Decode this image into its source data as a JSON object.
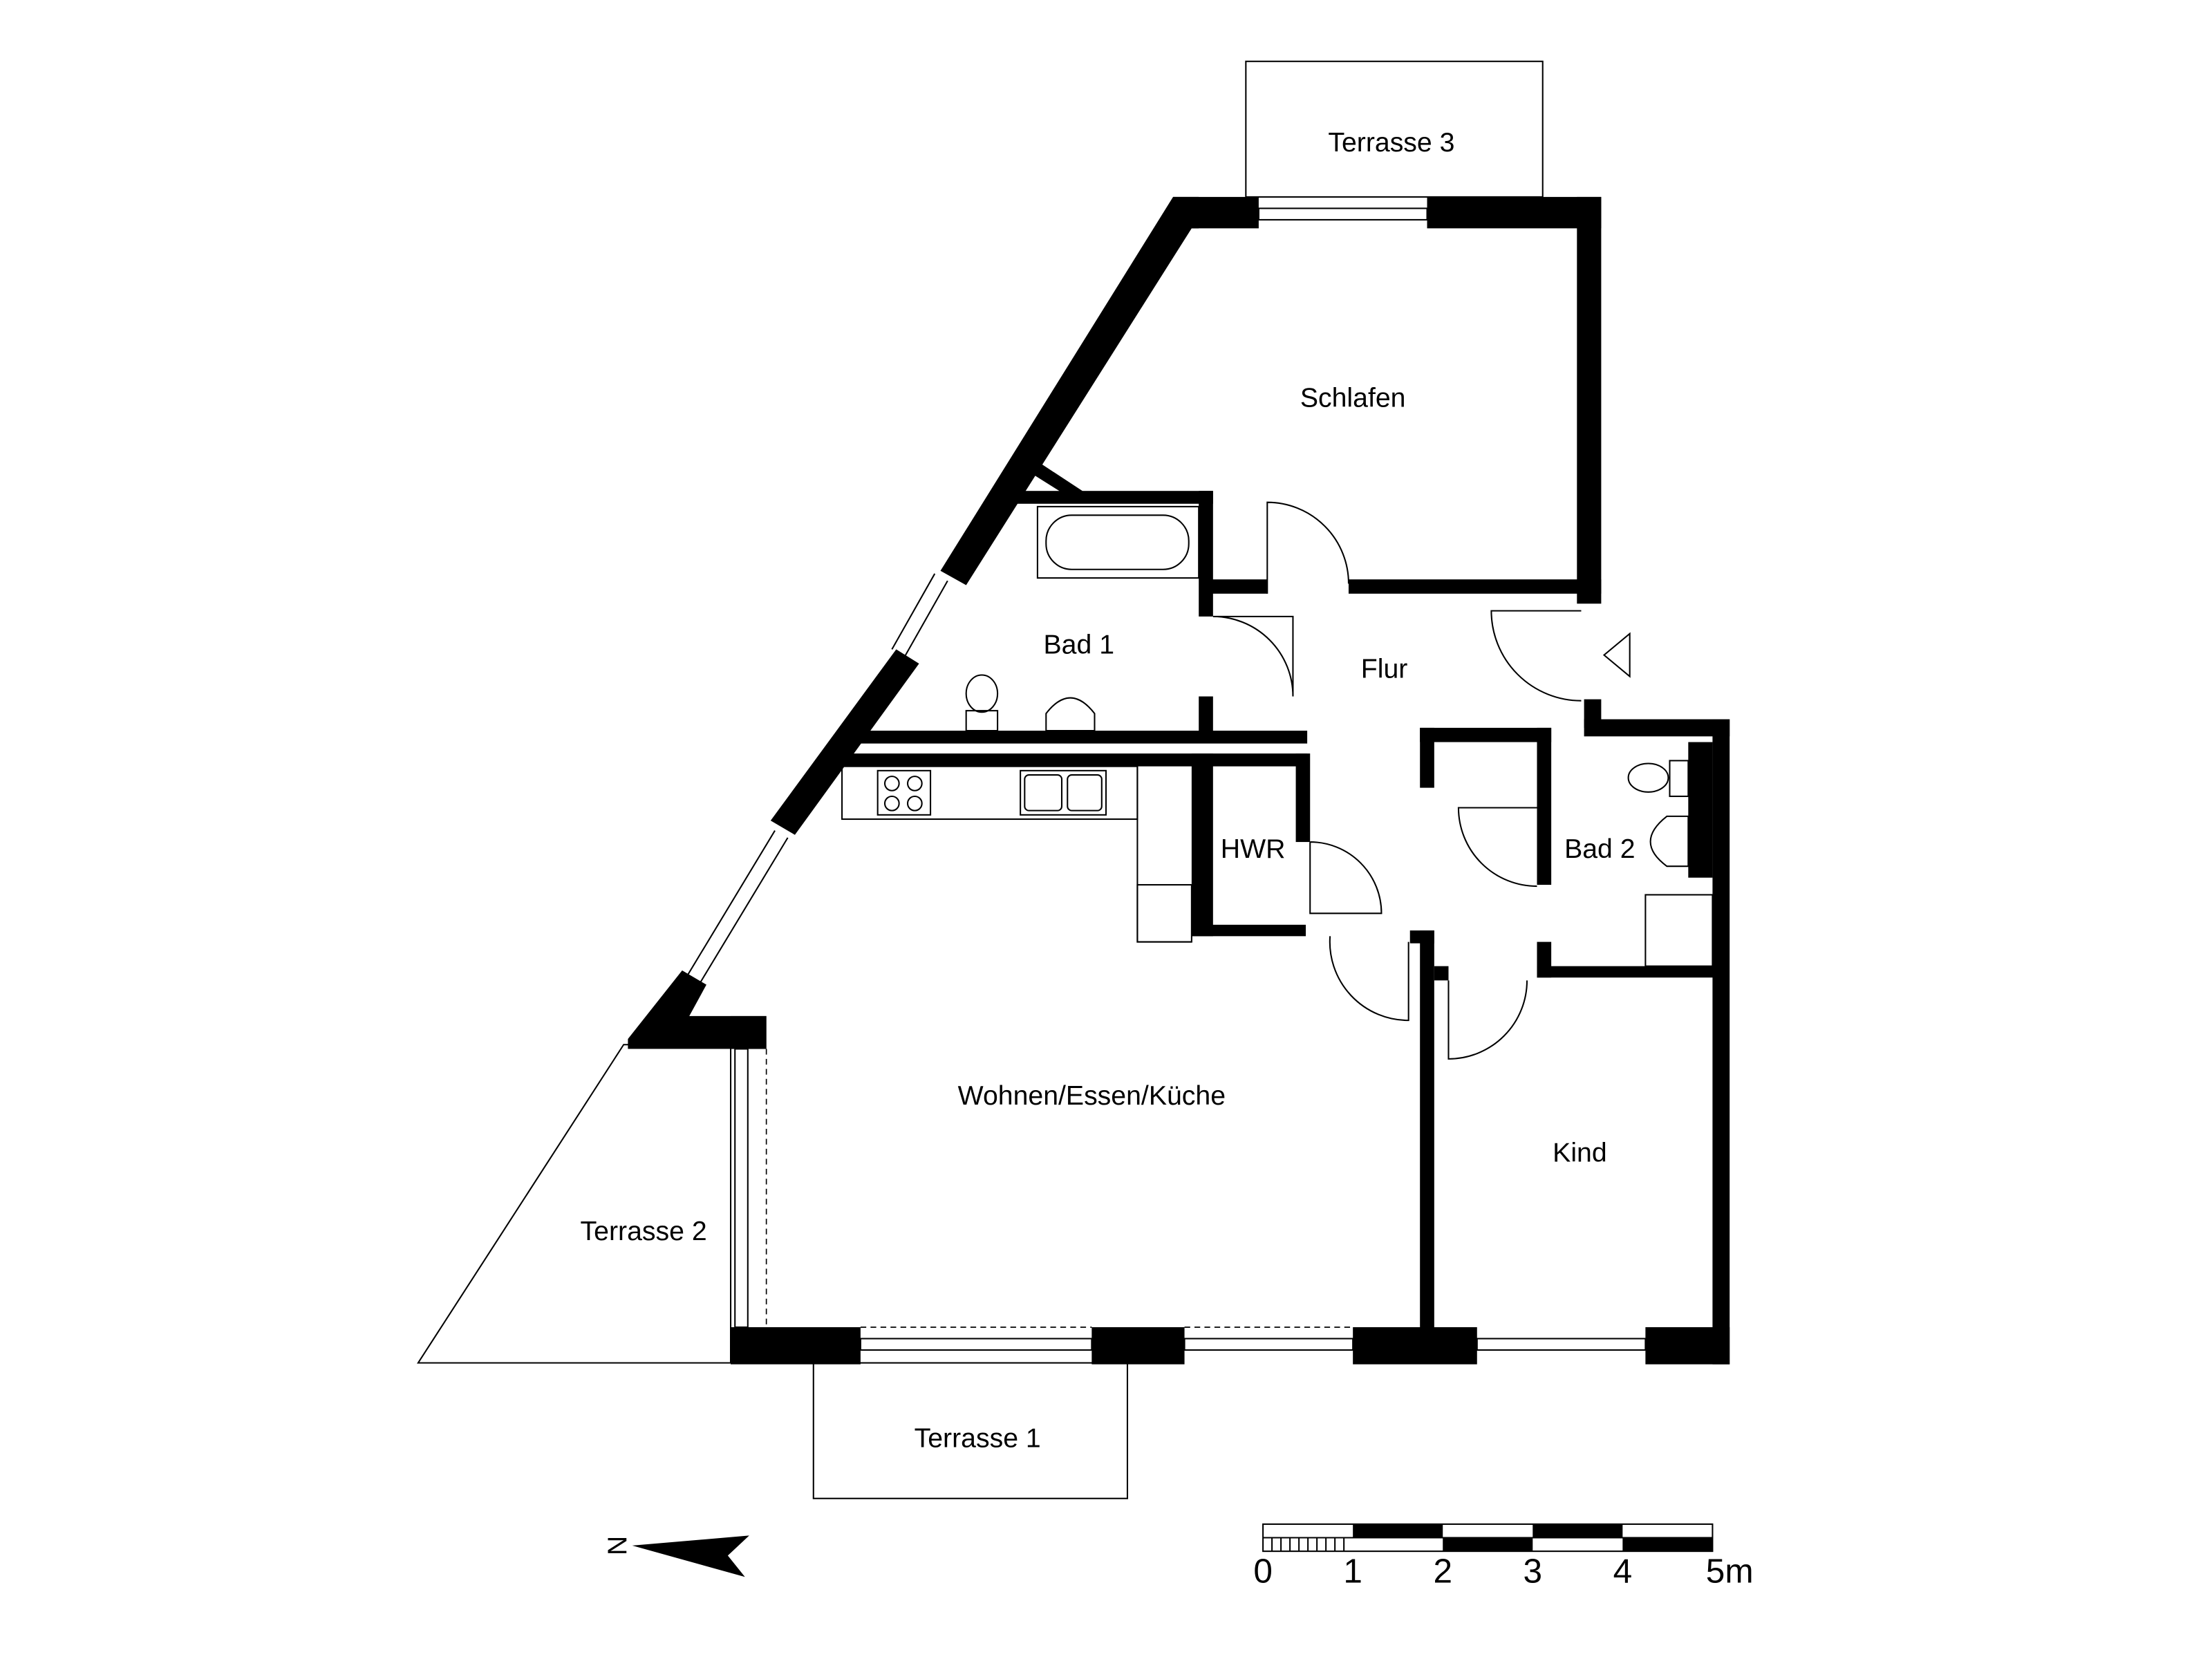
{
  "rooms": {
    "schlafen": "Schlafen",
    "bad1": "Bad 1",
    "flur": "Flur",
    "hwr": "HWR",
    "bad2": "Bad 2",
    "wohnen": "Wohnen/Essen/Küche",
    "kind": "Kind",
    "terrasse1": "Terrasse 1",
    "terrasse2": "Terrasse 2",
    "terrasse3": "Terrasse 3"
  },
  "north_arrow": {
    "label": "N"
  },
  "scale_bar": {
    "ticks": [
      "0",
      "1",
      "2",
      "3",
      "4",
      "5m"
    ]
  },
  "colors": {
    "wall": "#000000",
    "background": "#ffffff"
  }
}
